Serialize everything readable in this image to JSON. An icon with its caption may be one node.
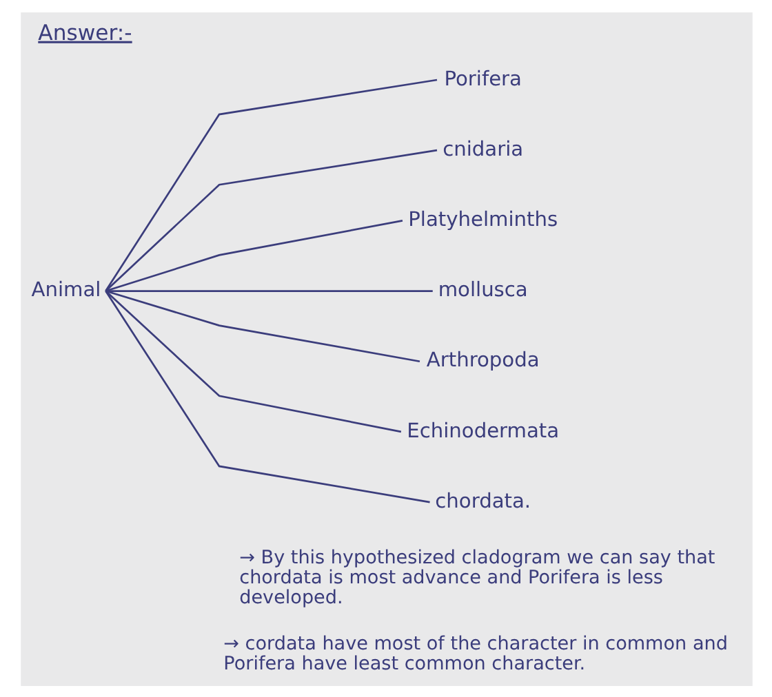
{
  "diagram": {
    "title": "Answer:-",
    "nodes": [
      {
        "text": [
          "Animal"
        ]
      },
      {
        "text": [
          "Porifera"
        ]
      },
      {
        "text": [
          "cnidaria"
        ]
      },
      {
        "text": [
          "Platyhelminths"
        ]
      },
      {
        "text": [
          "mollusca"
        ]
      },
      {
        "text": [
          "Arthropoda"
        ]
      },
      {
        "text": [
          "Echinodermata"
        ]
      },
      {
        "text": [
          "chordata."
        ]
      }
    ],
    "edges": [
      {
        "from": 0,
        "to": 1,
        "arrow": "none"
      },
      {
        "from": 0,
        "to": 2,
        "arrow": "none"
      },
      {
        "from": 0,
        "to": 3,
        "arrow": "none"
      },
      {
        "from": 0,
        "to": 4,
        "arrow": "none"
      },
      {
        "from": 0,
        "to": 5,
        "arrow": "none"
      },
      {
        "from": 0,
        "to": 6,
        "arrow": "none"
      },
      {
        "from": 0,
        "to": 7,
        "arrow": "none"
      }
    ],
    "labels": [
      "→ By this hypothesized cladogram we can say that chordata is most advance and Porifera is less developed.",
      "→ cordata have most of the character in common and Porifera have least common character."
    ]
  }
}
